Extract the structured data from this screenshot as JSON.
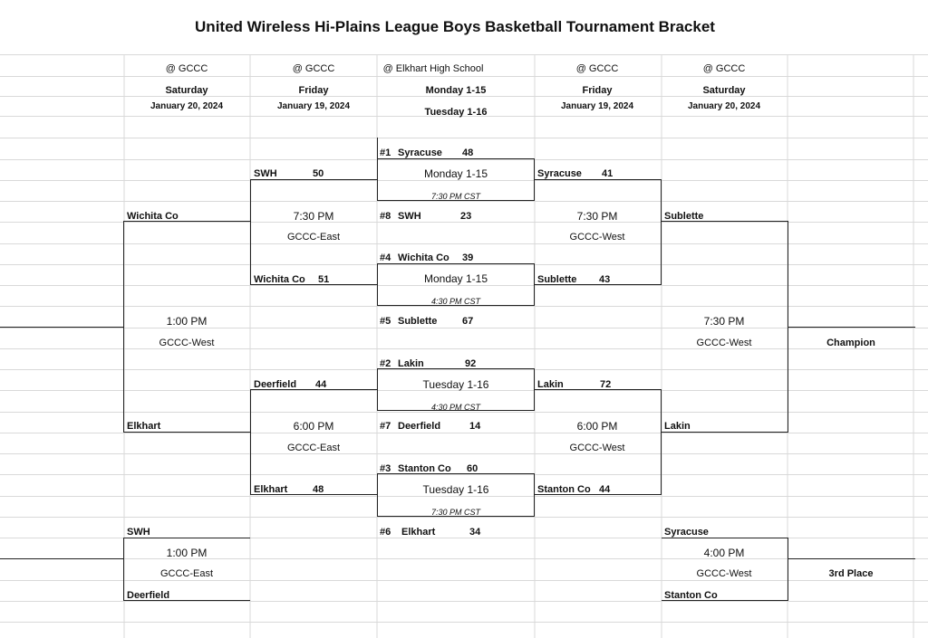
{
  "title": "United Wireless Hi-Plains League Boys Basketball Tournament Bracket",
  "columns": [
    {
      "venue": "@ GCCC",
      "day": "Saturday",
      "date": "January 20, 2024",
      "date2": ""
    },
    {
      "venue": "@ GCCC",
      "day": "Friday",
      "date": "January 19, 2024",
      "date2": ""
    },
    {
      "venue": "@ Elkhart High School",
      "day": "Monday 1-15",
      "date": "",
      "date2": "Tuesday 1-16"
    },
    {
      "venue": "@ GCCC",
      "day": "Friday",
      "date": "January 19, 2024",
      "date2": ""
    },
    {
      "venue": "@ GCCC",
      "day": "Saturday",
      "date": "January 20, 2024",
      "date2": ""
    }
  ],
  "first_round": [
    {
      "top": {
        "seed": "#1",
        "team": "Syracuse",
        "score": "48"
      },
      "day": "Monday 1-15",
      "time": "7:30 PM CST",
      "bottom": {
        "seed": "#8",
        "team": "SWH",
        "score": "23"
      }
    },
    {
      "top": {
        "seed": "#4",
        "team": "Wichita Co",
        "score": "39"
      },
      "day": "Monday 1-15",
      "time": "4:30 PM CST",
      "bottom": {
        "seed": "#5",
        "team": "Sublette",
        "score": "67"
      }
    },
    {
      "top": {
        "seed": "#2",
        "team": "Lakin",
        "score": "92"
      },
      "day": "Tuesday 1-16",
      "time": "4:30 PM CST",
      "bottom": {
        "seed": "#7",
        "team": "Deerfield",
        "score": "14"
      }
    },
    {
      "top": {
        "seed": "#3",
        "team": "Stanton Co",
        "score": "60"
      },
      "day": "Tuesday 1-16",
      "time": "7:30 PM CST",
      "bottom": {
        "seed": "#6",
        "team": "Elkhart",
        "score": "34"
      }
    }
  ],
  "left_qf": [
    {
      "top": {
        "team": "SWH",
        "score": "50"
      },
      "time": "7:30 PM",
      "site": "GCCC-East",
      "bottom": {
        "team": "Wichita Co",
        "score": "51"
      }
    },
    {
      "top": {
        "team": "Deerfield",
        "score": "44"
      },
      "time": "6:00 PM",
      "site": "GCCC-East",
      "bottom": {
        "team": "Elkhart",
        "score": "48"
      }
    }
  ],
  "right_qf": [
    {
      "top": {
        "team": "Syracuse",
        "score": "41"
      },
      "time": "7:30 PM",
      "site": "GCCC-West",
      "bottom": {
        "team": "Sublette",
        "score": "43"
      }
    },
    {
      "top": {
        "team": "Lakin",
        "score": "72"
      },
      "time": "6:00 PM",
      "site": "GCCC-West",
      "bottom": {
        "team": "Stanton Co",
        "score": "44"
      }
    }
  ],
  "left_sf": {
    "top": "Wichita Co",
    "time": "1:00 PM",
    "site": "GCCC-West",
    "bottom": "Elkhart"
  },
  "right_sf": {
    "top": "Sublette",
    "time": "7:30 PM",
    "site": "GCCC-West",
    "bottom": "Lakin"
  },
  "left_consolation": {
    "top": "SWH",
    "time": "1:00 PM",
    "site": "GCCC-East",
    "bottom": "Deerfield"
  },
  "right_consolation": {
    "top": "Syracuse",
    "time": "4:00 PM",
    "site": "GCCC-West",
    "bottom": "Stanton Co"
  },
  "champion_label": "Champion",
  "third_label": "3rd Place",
  "colors": {
    "grid": "#d9d9d9",
    "line": "#222222",
    "text": "#111111"
  }
}
